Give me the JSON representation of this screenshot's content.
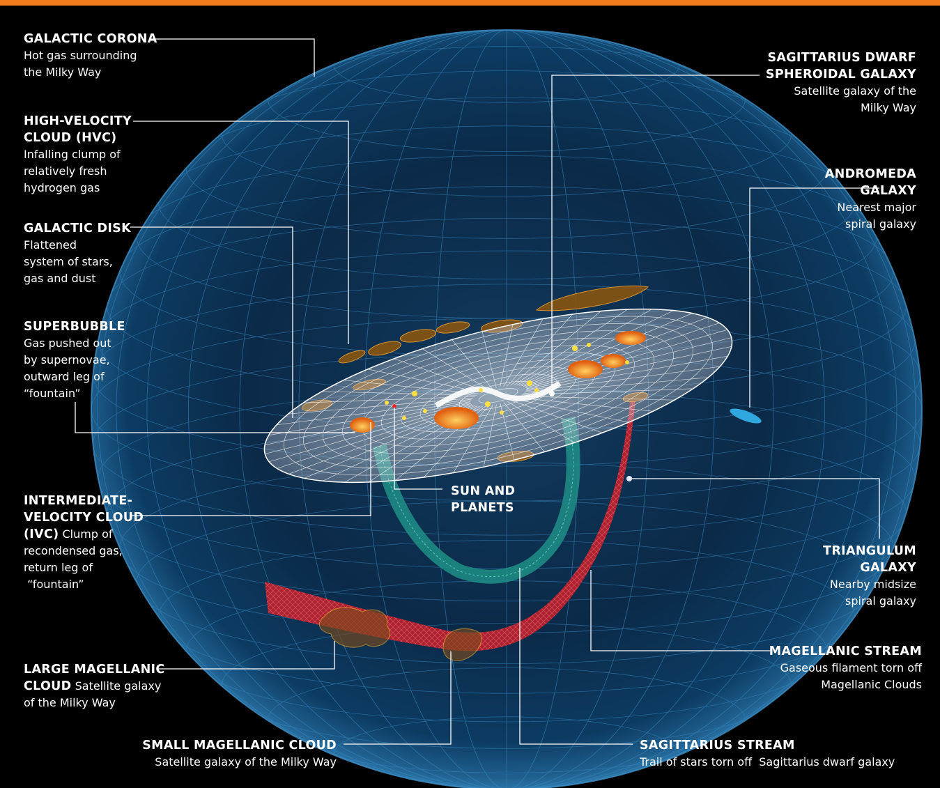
{
  "colors": {
    "top_bar": "#f07b1c",
    "background": "#000000",
    "sphere_grid": "#2e7fb8",
    "disk": "#e8e8ee",
    "magellanic_stream": "#e0303a",
    "sagittarius_stream": "#2fb8a8",
    "clouds": "#f0a020",
    "sun_dot": "#ff2020",
    "andromeda": "#2fa8e0"
  },
  "labels": {
    "galactic_corona": {
      "title": "GALACTIC CORONA",
      "desc": [
        "Hot gas surrounding",
        "the Milky Way"
      ]
    },
    "hvc": {
      "title": [
        "HIGH-VELOCITY",
        "CLOUD (HVC)"
      ],
      "desc": [
        "Infalling clump of",
        "relatively fresh",
        "hydrogen gas"
      ]
    },
    "galactic_disk": {
      "title": "GALACTIC DISK",
      "desc": [
        "Flattened",
        "system of stars,",
        "gas and dust"
      ]
    },
    "superbubble": {
      "title": "SUPERBUBBLE",
      "desc": [
        "Gas pushed out",
        "by supernovae,",
        "outward leg of",
        "“fountain”"
      ]
    },
    "ivc": {
      "title": [
        "INTERMEDIATE-",
        "VELOCITY CLOUD",
        "(IVC)"
      ],
      "desc_inline": "Clump of",
      "desc": [
        "recondensed gas,",
        "return leg of",
        " “fountain”"
      ]
    },
    "lmc": {
      "title": [
        "LARGE MAGELLANIC",
        "CLOUD"
      ],
      "desc_inline": "Satellite galaxy",
      "desc": [
        "of the Milky Way"
      ]
    },
    "smc": {
      "title": "SMALL MAGELLANIC CLOUD",
      "desc": [
        "Satellite galaxy of the Milky Way"
      ]
    },
    "sun_planets": {
      "title": [
        "SUN AND",
        "PLANETS"
      ]
    },
    "sagittarius_stream": {
      "title": "SAGITTARIUS STREAM",
      "desc": [
        "Trail of stars torn off  Sagittarius dwarf galaxy"
      ]
    },
    "magellanic_stream": {
      "title": "MAGELLANIC STREAM",
      "desc": [
        "Gaseous filament torn off",
        "Magellanic Clouds"
      ]
    },
    "triangulum": {
      "title": [
        "TRIANGULUM",
        "GALAXY"
      ],
      "desc": [
        "Nearby midsize",
        "spiral galaxy"
      ]
    },
    "andromeda": {
      "title": [
        "ANDROMEDA",
        "GALAXY"
      ],
      "desc": [
        "Nearest major",
        "spiral galaxy"
      ]
    },
    "sagittarius_dwarf": {
      "title": [
        "SAGITTARIUS DWARF",
        "SPHEROIDAL GALAXY"
      ],
      "desc": [
        "Satellite galaxy of the",
        "Milky Way"
      ]
    }
  }
}
